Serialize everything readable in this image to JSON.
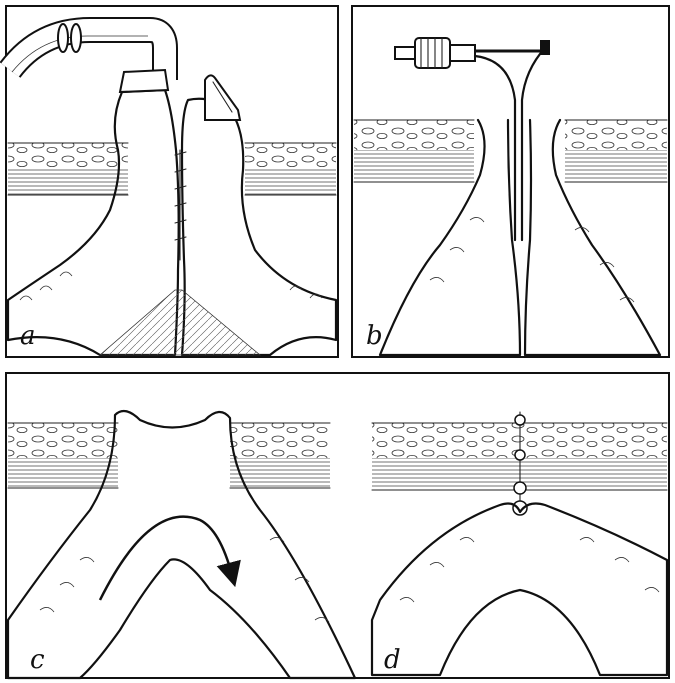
{
  "figure": {
    "panels": [
      {
        "id": "a",
        "label": "a"
      },
      {
        "id": "b",
        "label": "b"
      },
      {
        "id": "c",
        "label": "c"
      },
      {
        "id": "d",
        "label": "d"
      }
    ]
  },
  "colors": {
    "ink": "#111111",
    "paper": "#ffffff"
  },
  "icons": [
    "tube-clamp-icon",
    "hose-icon",
    "crushing-clamp-icon",
    "suture-icon",
    "arrow-icon"
  ]
}
